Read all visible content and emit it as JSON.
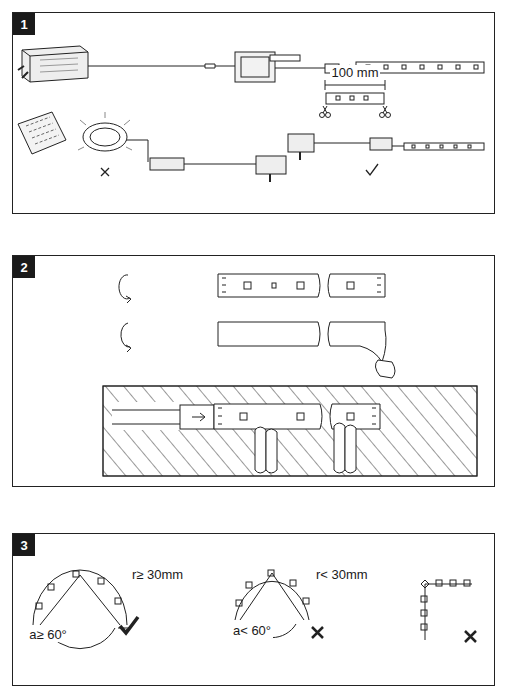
{
  "diagram": {
    "nodes": [
      {
        "text": [
          "1"
        ]
      },
      {
        "text": [
          "2"
        ]
      },
      {
        "text": [
          "3"
        ]
      }
    ],
    "labels": [
      "100 mm",
      "r≥ 30mm",
      "a≥ 60°",
      "r< 30mm",
      "a< 60°"
    ]
  }
}
